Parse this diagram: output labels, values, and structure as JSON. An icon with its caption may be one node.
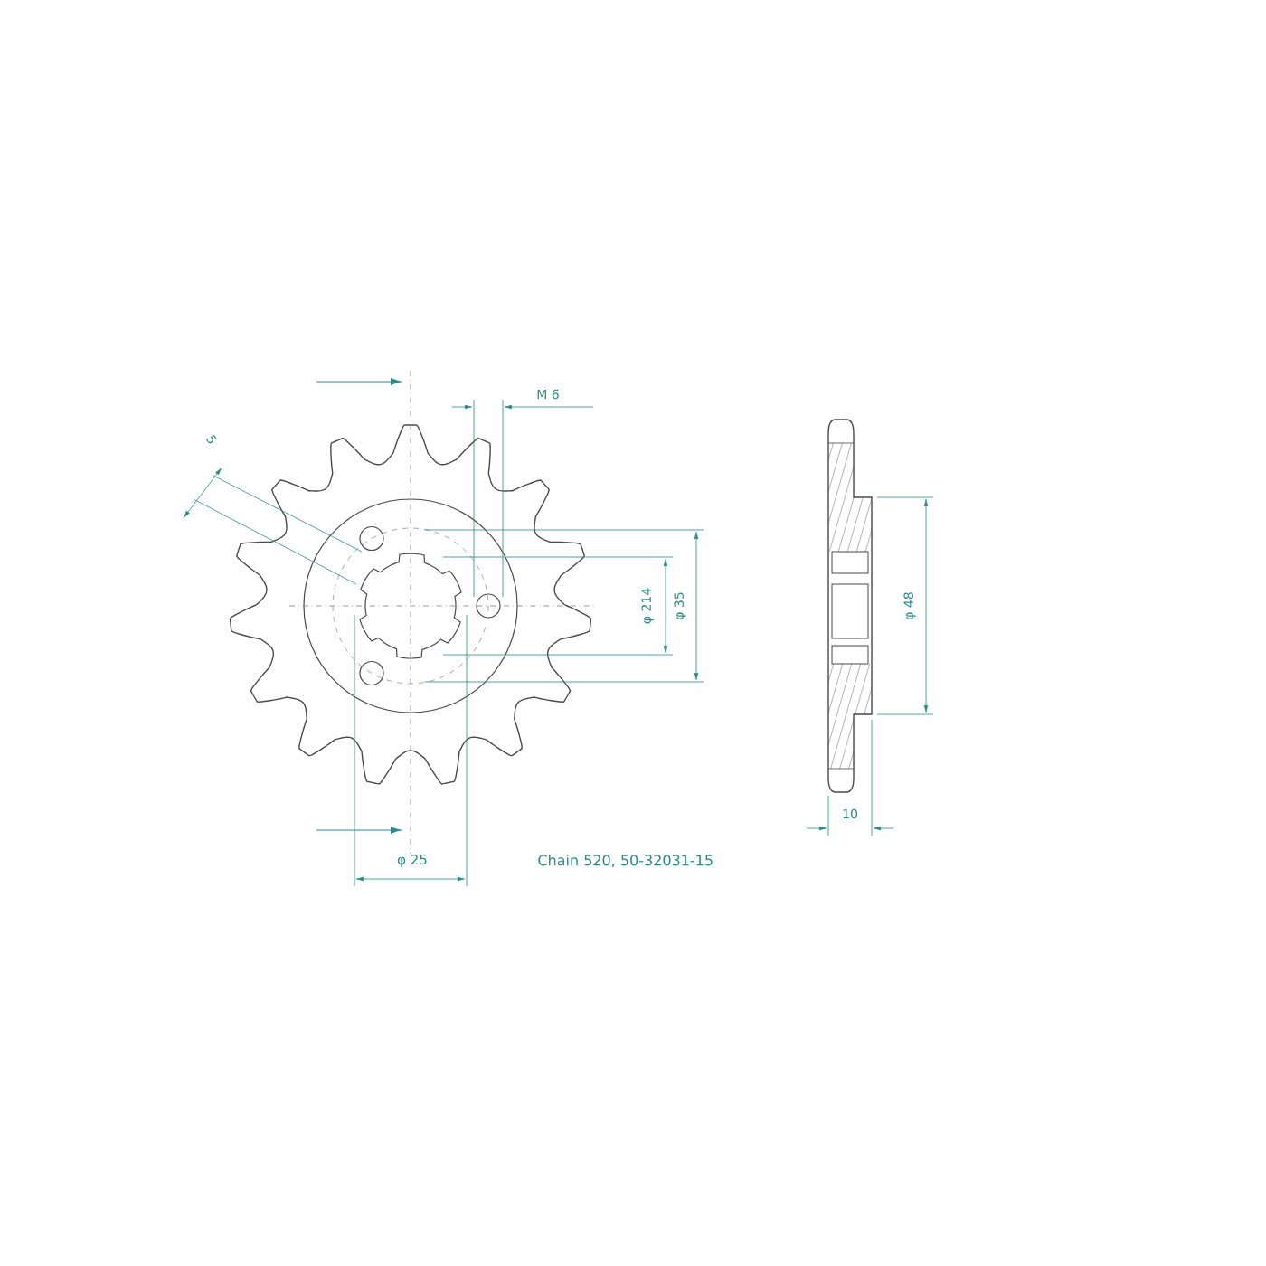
{
  "diagram": {
    "labels": [
      "M 6",
      "5",
      "φ 214",
      "φ 35",
      "φ 48",
      "10",
      "φ 25",
      "Chain 520, 50-32031-15"
    ]
  }
}
